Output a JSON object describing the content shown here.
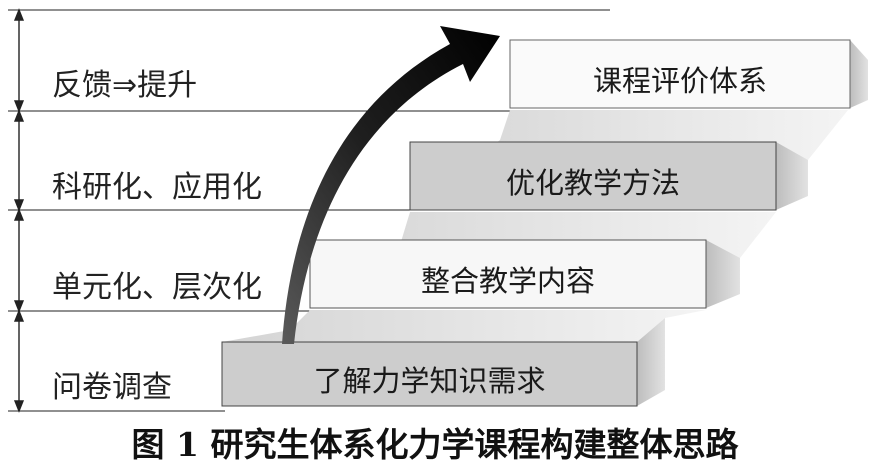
{
  "levels": [
    {
      "label": "反馈⇒提升"
    },
    {
      "label": "科研化、应用化"
    },
    {
      "label": "单元化、层次化"
    },
    {
      "label": "问卷调查"
    }
  ],
  "steps": [
    {
      "label": "了解力学知识需求"
    },
    {
      "label": "整合教学内容"
    },
    {
      "label": "优化教学方法"
    },
    {
      "label": "课程评价体系"
    }
  ],
  "caption": "图 1  研究生体系化力学课程构建整体思路"
}
